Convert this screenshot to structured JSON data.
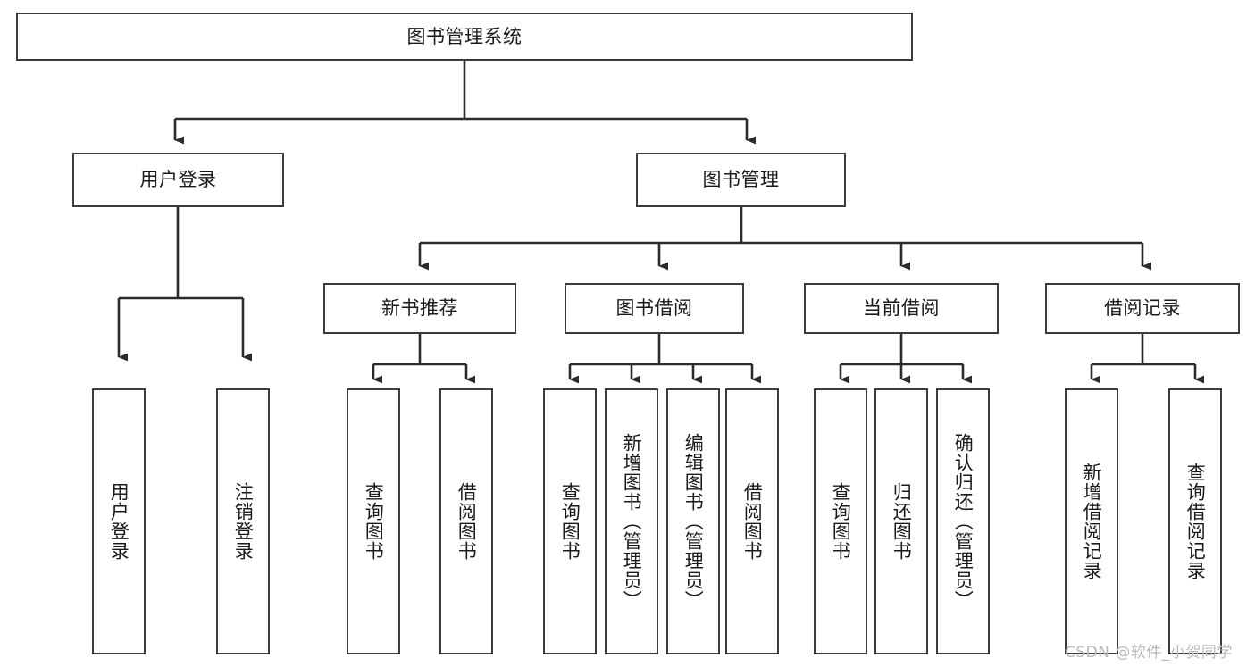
{
  "diagram": {
    "title": "图书管理系统",
    "type": "tree-hierarchy-chart",
    "colors": {
      "box_border": "#3b3b3b",
      "box_fill": "#ffffff",
      "edge": "#2b2b2b",
      "text": "#1a1a1a",
      "watermark": "#b9b9b9",
      "background": "#ffffff"
    },
    "root": {
      "label": "图书管理系统"
    },
    "level2": [
      {
        "label": "用户登录"
      },
      {
        "label": "图书管理"
      }
    ],
    "level3": [
      {
        "label": "新书推荐"
      },
      {
        "label": "图书借阅"
      },
      {
        "label": "当前借阅"
      },
      {
        "label": "借阅记录"
      }
    ],
    "leaves": {
      "user_login": [
        {
          "label": "用户登录"
        },
        {
          "label": "注销登录"
        }
      ],
      "new_book_recommend": [
        {
          "label": "查询图书"
        },
        {
          "label": "借阅图书"
        }
      ],
      "book_borrow": [
        {
          "label": "查询图书"
        },
        {
          "label": "新增图书（管理员）"
        },
        {
          "label": "编辑图书（管理员）"
        },
        {
          "label": "借阅图书"
        }
      ],
      "current_borrow": [
        {
          "label": "查询图书"
        },
        {
          "label": "归还图书"
        },
        {
          "label": "确认归还（管理员）"
        }
      ],
      "borrow_record": [
        {
          "label": "新增借阅记录"
        },
        {
          "label": "查询借阅记录"
        }
      ]
    },
    "watermark": "CSDN @软件_小贺同学"
  }
}
